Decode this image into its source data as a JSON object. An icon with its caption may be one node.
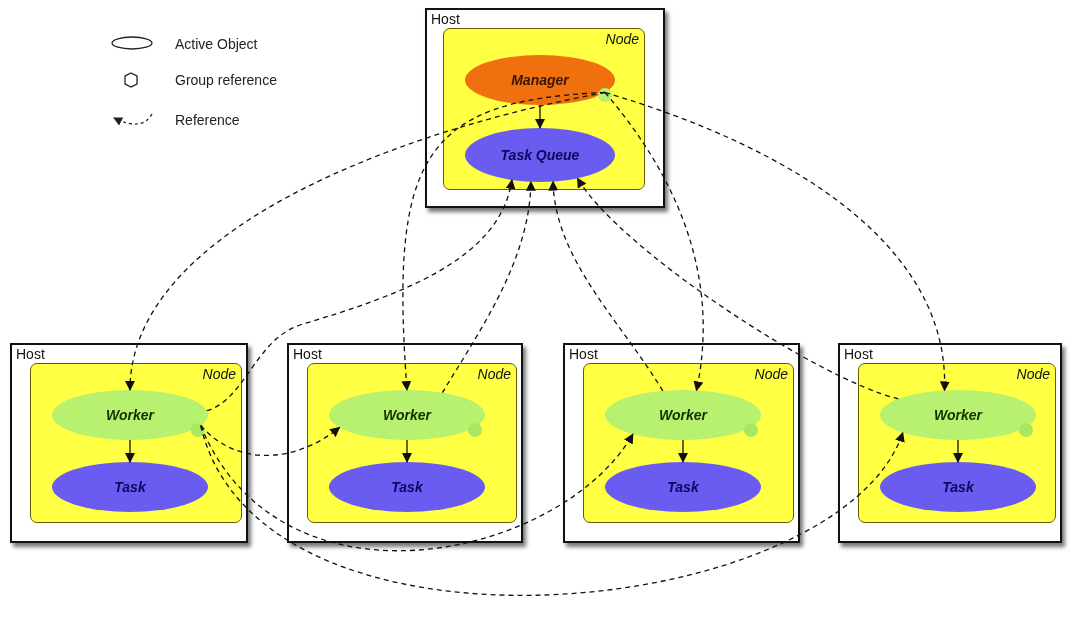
{
  "diagram": {
    "nodes": [
      {
        "text": [
          "Host"
        ]
      },
      {
        "text": [
          "Node"
        ],
        "in": 0
      },
      {
        "text": [
          "Manager"
        ],
        "in": 1
      },
      {
        "text": [
          "Task Queue"
        ],
        "in": 1
      },
      {
        "text": [
          "Host"
        ]
      },
      {
        "text": [
          "Node"
        ],
        "in": 4
      },
      {
        "text": [
          "Worker"
        ],
        "in": 5
      },
      {
        "text": [
          "Task"
        ],
        "in": 5
      },
      {
        "text": [
          "Host"
        ]
      },
      {
        "text": [
          "Node"
        ],
        "in": 8
      },
      {
        "text": [
          "Worker"
        ],
        "in": 9
      },
      {
        "text": [
          "Task"
        ],
        "in": 9
      },
      {
        "text": [
          "Host"
        ]
      },
      {
        "text": [
          "Node"
        ],
        "in": 12
      },
      {
        "text": [
          "Worker"
        ],
        "in": 13
      },
      {
        "text": [
          "Task"
        ],
        "in": 13
      },
      {
        "text": [
          "Host"
        ]
      },
      {
        "text": [
          "Node"
        ],
        "in": 16
      },
      {
        "text": [
          "Worker"
        ],
        "in": 17
      },
      {
        "text": [
          "Task"
        ],
        "in": 17
      }
    ],
    "edges": [
      {
        "from": 2,
        "to": 3,
        "arrow": "to"
      },
      {
        "from": 6,
        "to": 7,
        "arrow": "to"
      },
      {
        "from": 10,
        "to": 11,
        "arrow": "to"
      },
      {
        "from": 14,
        "to": 15,
        "arrow": "to"
      },
      {
        "from": 18,
        "to": 19,
        "arrow": "to"
      },
      {
        "from": 2,
        "to": 6,
        "arrow": "to",
        "style": "dashed"
      },
      {
        "from": 2,
        "to": 10,
        "arrow": "to",
        "style": "dashed"
      },
      {
        "from": 2,
        "to": 14,
        "arrow": "to",
        "style": "dashed"
      },
      {
        "from": 2,
        "to": 18,
        "arrow": "to",
        "style": "dashed"
      },
      {
        "from": 6,
        "to": 3,
        "arrow": "to",
        "style": "dashed"
      },
      {
        "from": 10,
        "to": 3,
        "arrow": "to",
        "style": "dashed"
      },
      {
        "from": 14,
        "to": 3,
        "arrow": "to",
        "style": "dashed"
      },
      {
        "from": 18,
        "to": 3,
        "arrow": "to",
        "style": "dashed"
      },
      {
        "from": 6,
        "to": 10,
        "arrow": "to",
        "style": "dashed"
      },
      {
        "from": 6,
        "to": 14,
        "arrow": "to",
        "style": "dashed"
      },
      {
        "from": 6,
        "to": 18,
        "arrow": "to",
        "style": "dashed"
      }
    ],
    "legend": [
      {
        "text": "Active Object"
      },
      {
        "text": "Group reference"
      },
      {
        "text": "Reference"
      }
    ]
  }
}
